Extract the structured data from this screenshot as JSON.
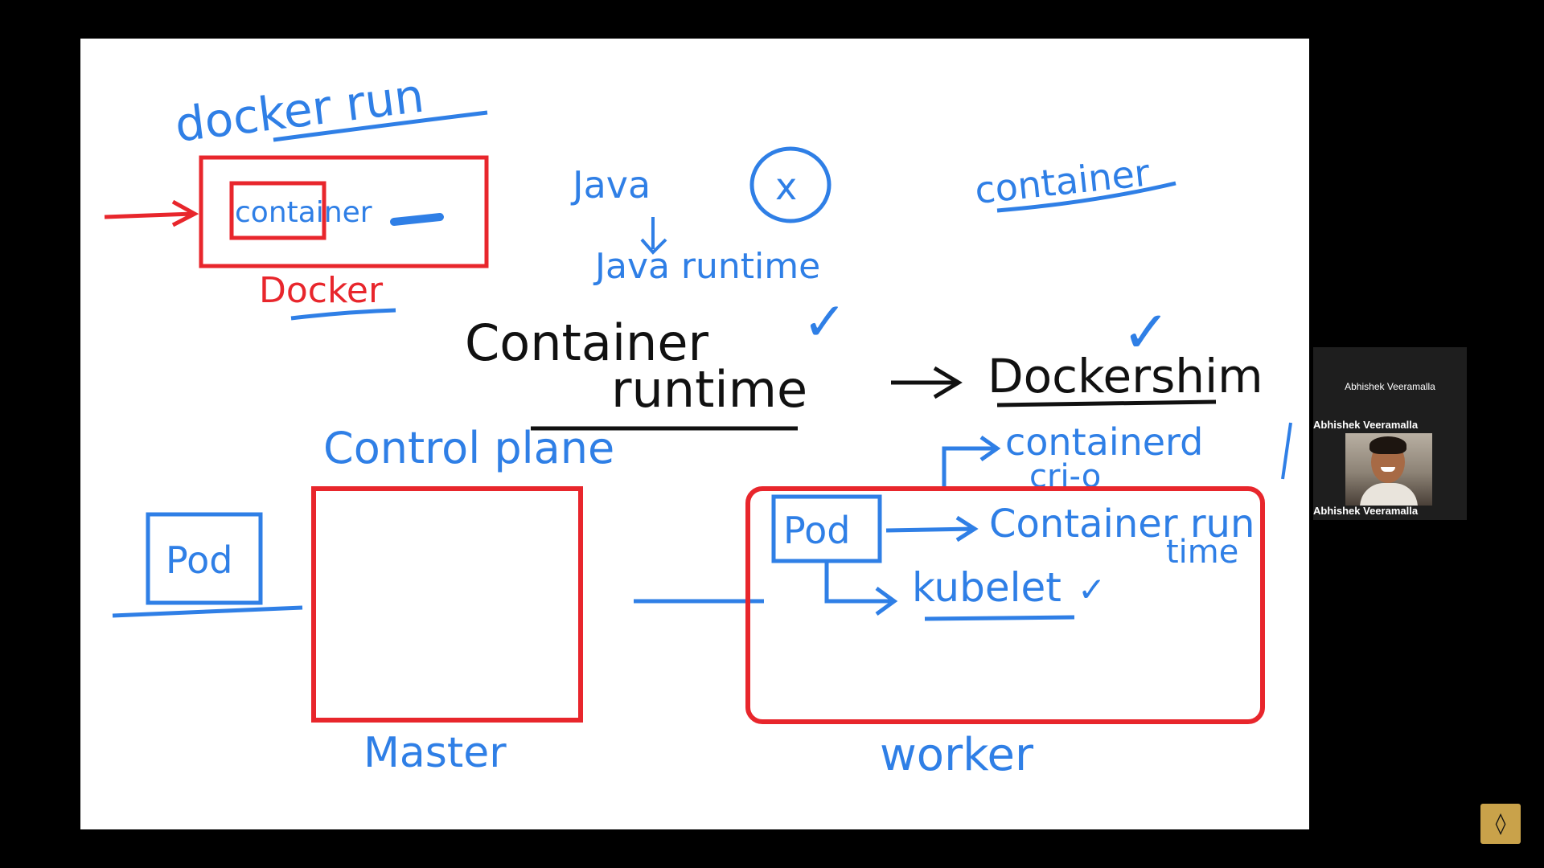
{
  "whiteboard": {
    "labels": {
      "docker_run": "docker run",
      "container_inner": "container",
      "docker_box": "Docker",
      "java": "Java",
      "java_runtime": "Java runtime",
      "circled_x": "x",
      "container_top_right": "container",
      "container": "Container",
      "runtime": "runtime",
      "dockershim": "Dockershim",
      "checkmark_1": "✓",
      "checkmark_2": "✓",
      "control_plane": "Control plane",
      "containerd": "containerd",
      "cri_o": "cri-o",
      "pod_left": "Pod",
      "pod_worker": "Pod",
      "container_runtime": "Container run",
      "time": "time",
      "kubelet": "kubelet",
      "checkmark_3": "✓",
      "master": "Master",
      "worker": "worker"
    },
    "colors": {
      "blue": "#2f7fe6",
      "red": "#e8262c",
      "black": "#111111"
    }
  },
  "participants": {
    "header_name": "Abhishek Veeramalla",
    "name_top": "Abhishek Veeramalla",
    "name_bottom": "Abhishek Veeramalla"
  },
  "app": {
    "logo_icon": "app-logo-icon",
    "logo_glyph": "◊"
  }
}
